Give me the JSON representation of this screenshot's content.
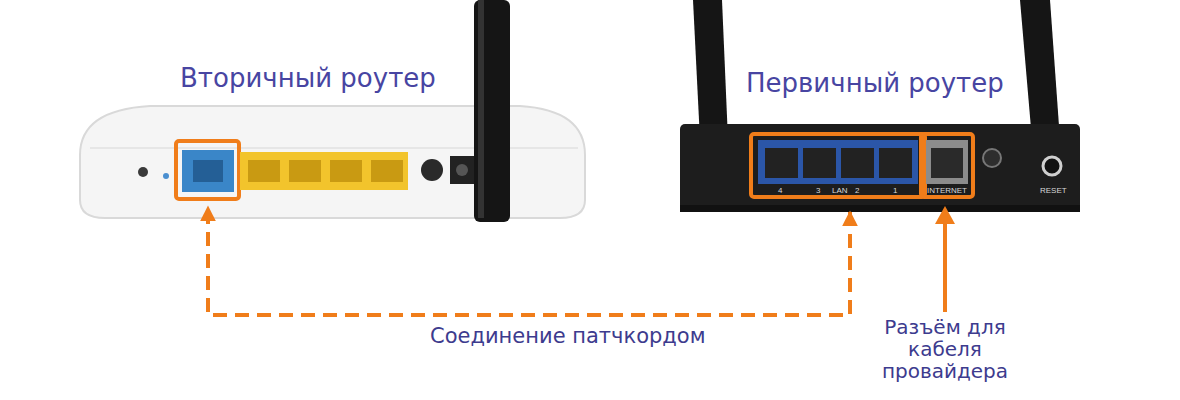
{
  "diagram": {
    "nodes": [
      {
        "text": [
          "Вторичный роутер"
        ]
      },
      {
        "text": [
          "Первичный роутер"
        ]
      }
    ],
    "edges": [
      {
        "from": 1,
        "to": 0,
        "arrow": "both",
        "label": "Соединение патчкордом"
      }
    ],
    "labels": [
      "Разъём для кабеля провайдера",
      "4",
      "3",
      "LAN",
      "2",
      "1",
      "INTERNET",
      "RESET"
    ]
  }
}
